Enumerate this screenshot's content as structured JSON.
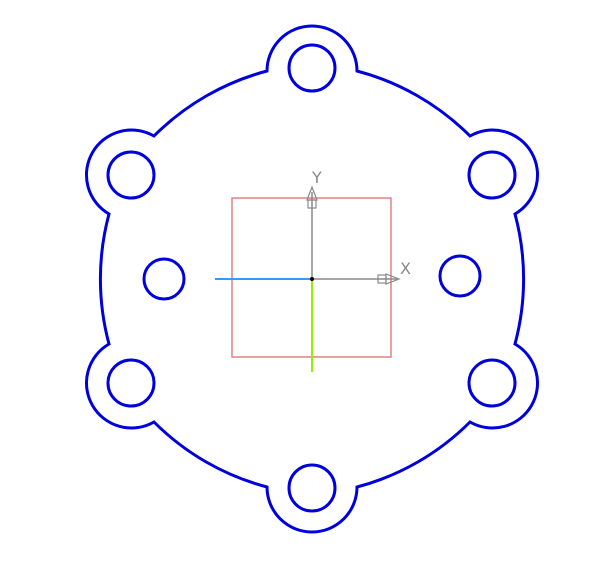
{
  "drawing": {
    "outline_color": "#0000dd",
    "hole_color": "#0000dd",
    "sketch_frame_color": "#e08080",
    "hole_count_outer": 6,
    "hole_count_inner": 2
  },
  "axes": {
    "x_label": "X",
    "y_label": "Y",
    "axis_color": "#888888",
    "x_negative_color": "#3399ff",
    "y_negative_color": "#99ee00"
  }
}
